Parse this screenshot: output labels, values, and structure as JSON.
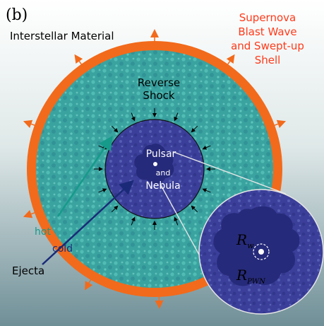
{
  "panel_label": "(b)",
  "labels": {
    "interstellar": "Interstellar Material",
    "supernova_line1": "Supernova",
    "supernova_line2": "Blast Wave",
    "supernova_line3": "and Swept-up",
    "supernova_line4": "Shell",
    "reverse_line1": "Reverse",
    "reverse_line2": "Shock",
    "pulsar_line1": "Pulsar",
    "pulsar_line2": "and",
    "pulsar_line3": "Nebula",
    "hot": "hot",
    "cold": "cold",
    "ejecta": "Ejecta",
    "rw_main": "R",
    "rw_sub": "w",
    "rpwn_main": "R",
    "rpwn_sub": "PWN"
  },
  "colors": {
    "background_top": "#ffffff",
    "background_bottom": "#6f8f97",
    "shell": "#f26a1b",
    "ejecta_region": "#3aa3a0",
    "inner_region": "#3b3f9a",
    "nebula": "#262a7a",
    "hot_arrow": "#169a8a",
    "cold_arrow": "#1a2a78",
    "supernova_text": "#ff3a1a",
    "black_text": "#000000",
    "white_text": "#ffffff"
  }
}
